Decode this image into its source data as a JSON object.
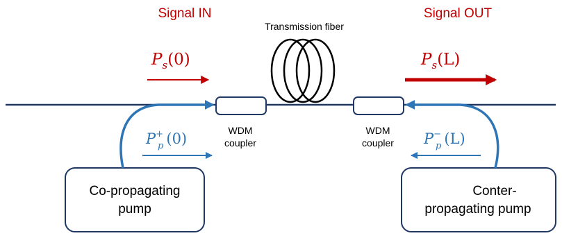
{
  "labels": {
    "signal_in": "Signal IN",
    "signal_out": "Signal OUT",
    "transmission_fiber": "Transmission fiber",
    "wdm_left_line1": "WDM",
    "wdm_left_line2": "coupler",
    "wdm_right_line1": "WDM",
    "wdm_right_line2": "coupler",
    "co_pump_line1": "Co-propagating",
    "co_pump_line2": "pump",
    "counter_pump_line1": "Conter-",
    "counter_pump_line2": "propagating pump"
  },
  "math": {
    "ps0": {
      "symbol": "P",
      "sub": "s",
      "arg": "(0)"
    },
    "psL": {
      "symbol": "P",
      "sub": "s",
      "arg": "(L)"
    },
    "pp_plus": {
      "symbol": "P",
      "sub": "p",
      "sup": "+",
      "arg": "(0)"
    },
    "pp_minus": {
      "symbol": "P",
      "sub": "p",
      "sup": "−",
      "arg": "(L)"
    }
  },
  "colors": {
    "signal": "#C00000",
    "pump": "#2E75B6",
    "line": "#1F3864",
    "box_border": "#1F3864",
    "text": "#000000"
  },
  "icons": {
    "fiber": "fiber-coil-icon"
  }
}
